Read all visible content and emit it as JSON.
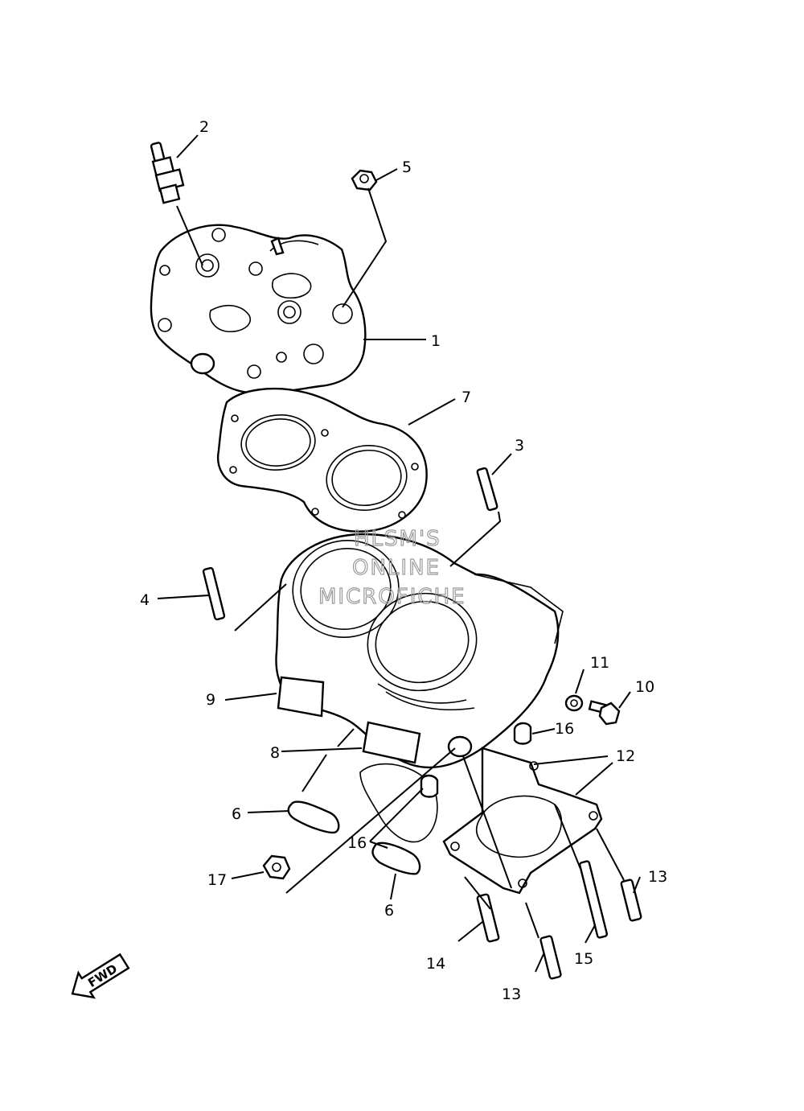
{
  "labels": {
    "l1": "1",
    "l2": "2",
    "l3": "3",
    "l4": "4",
    "l5": "5",
    "l6a": "6",
    "l6b": "6",
    "l7": "7",
    "l8": "8",
    "l9": "9",
    "l10": "10",
    "l11": "11",
    "l12": "12",
    "l13a": "13",
    "l13b": "13",
    "l14": "14",
    "l15": "15",
    "l16a": "16",
    "l16b": "16",
    "l17": "17"
  },
  "watermark": {
    "line1": "HLSM'S",
    "line2": "ONLINE",
    "line3": "MICROFICHE"
  },
  "fwd": "FWD"
}
